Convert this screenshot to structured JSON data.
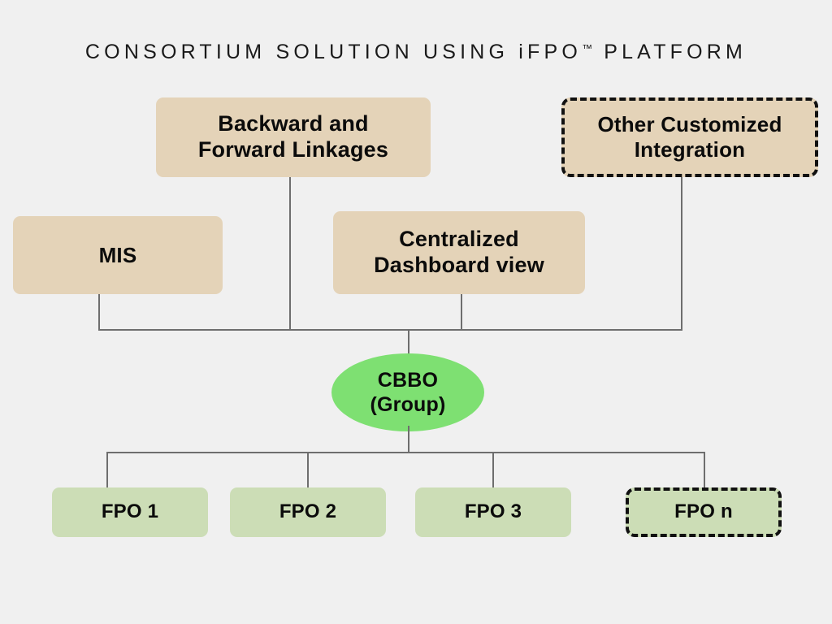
{
  "diagram": {
    "title_prefix": "CONSORTIUM SOLUTION USING iFPO",
    "title_tm": "™",
    "title_suffix": " PLATFORM",
    "background_color": "#F0F0F0",
    "colors": {
      "tan_node": "#E4D3B8",
      "sage_node": "#CCDDB6",
      "hub_green": "#7EE072",
      "connector": "#6E6E6E",
      "dashed_border": "#111111",
      "text": "#0B0B0B"
    },
    "top_nodes": [
      {
        "id": "mis",
        "label": "MIS",
        "style": "tan",
        "border": "solid"
      },
      {
        "id": "backward-forward-linkages",
        "label": "Backward and Forward Linkages",
        "line1": "Backward and",
        "line2": "Forward Linkages",
        "style": "tan",
        "border": "solid"
      },
      {
        "id": "centralized-dashboard-view",
        "label": "Centralized Dashboard view",
        "line1": "Centralized",
        "line2": "Dashboard view",
        "style": "tan",
        "border": "solid"
      },
      {
        "id": "other-customized-integration",
        "label": "Other Customized Integration",
        "line1": "Other Customized",
        "line2": "Integration",
        "style": "tan",
        "border": "dashed"
      }
    ],
    "hub": {
      "id": "cbbo-group",
      "line1": "CBBO",
      "line2": "(Group)",
      "label": "CBBO (Group)",
      "shape": "ellipse"
    },
    "bottom_nodes": [
      {
        "id": "fpo-1",
        "label": "FPO 1",
        "style": "sage",
        "border": "solid"
      },
      {
        "id": "fpo-2",
        "label": "FPO 2",
        "style": "sage",
        "border": "solid"
      },
      {
        "id": "fpo-3",
        "label": "FPO 3",
        "style": "sage",
        "border": "solid"
      },
      {
        "id": "fpo-n",
        "label": "FPO n",
        "style": "sage",
        "border": "dashed"
      }
    ]
  }
}
